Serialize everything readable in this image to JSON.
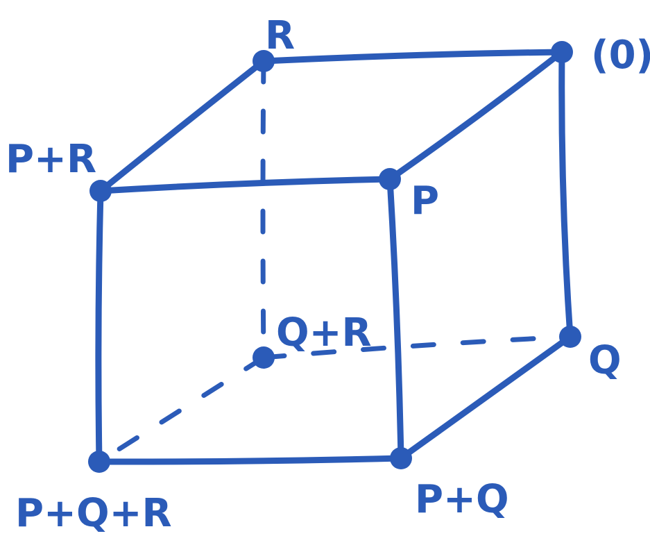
{
  "diagram": {
    "ink_color": "#2b5bb8",
    "vertices": [
      {
        "id": "R",
        "label": "R"
      },
      {
        "id": "O",
        "label": "(0)"
      },
      {
        "id": "PR",
        "label": "P+R"
      },
      {
        "id": "P",
        "label": "P"
      },
      {
        "id": "QR",
        "label": "Q+R"
      },
      {
        "id": "Q",
        "label": "Q"
      },
      {
        "id": "PQR",
        "label": "P+Q+R"
      },
      {
        "id": "PQ",
        "label": "P+Q"
      }
    ],
    "edges": [
      {
        "from": "R",
        "to": "O",
        "style": "solid"
      },
      {
        "from": "R",
        "to": "PR",
        "style": "solid"
      },
      {
        "from": "PR",
        "to": "P",
        "style": "solid"
      },
      {
        "from": "P",
        "to": "O",
        "style": "solid"
      },
      {
        "from": "O",
        "to": "Q",
        "style": "solid"
      },
      {
        "from": "P",
        "to": "PQ",
        "style": "solid"
      },
      {
        "from": "PR",
        "to": "PQR",
        "style": "solid"
      },
      {
        "from": "PQR",
        "to": "PQ",
        "style": "solid"
      },
      {
        "from": "PQ",
        "to": "Q",
        "style": "solid"
      },
      {
        "from": "R",
        "to": "QR",
        "style": "dashed"
      },
      {
        "from": "QR",
        "to": "Q",
        "style": "dashed"
      },
      {
        "from": "QR",
        "to": "PQR",
        "style": "dashed"
      }
    ]
  }
}
